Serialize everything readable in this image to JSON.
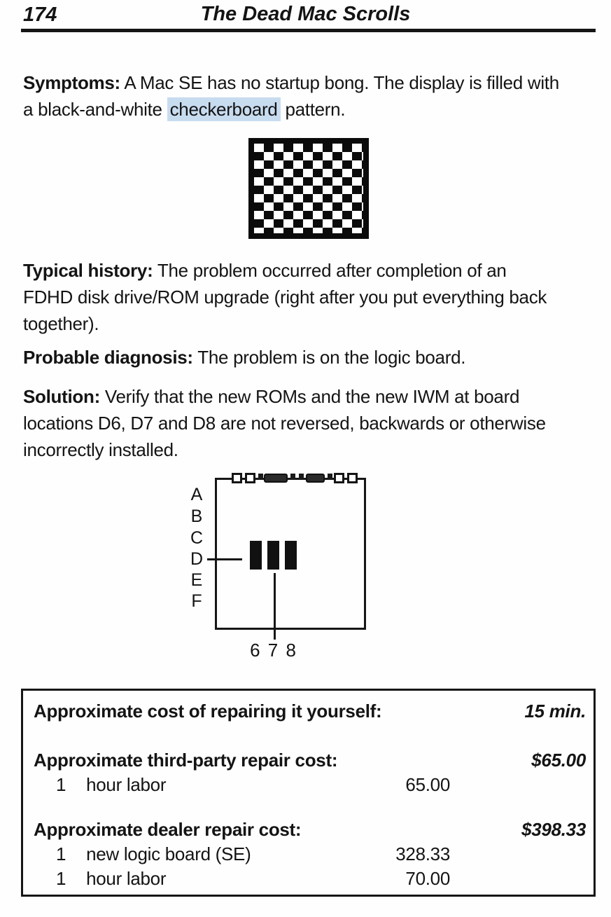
{
  "colors": {
    "ink": "#141414",
    "highlight": "#c8dcf0"
  },
  "header": {
    "page_number": "174",
    "title": "The Dead Mac Scrolls"
  },
  "symptoms": {
    "label": "Symptoms:",
    "line1_rest": " A Mac SE has no startup bong. The display is filled with",
    "line2_before": "a black-and-white ",
    "highlight_word": "checkerboard",
    "line2_after": " pattern."
  },
  "typical_history": {
    "label": "Typical history:",
    "line1_rest": " The problem occurred after completion of an",
    "line2": "FDHD disk drive/ROM upgrade (right after you put everything back",
    "line3": "together)."
  },
  "probable_diagnosis": {
    "label": "Probable diagnosis:",
    "rest": " The problem is on the logic board."
  },
  "solution": {
    "label": "Solution:",
    "line1_rest": " Verify that the new ROMs and the new IWM at board",
    "line2": "locations D6, D7 and D8 are not reversed, backwards or otherwise",
    "line3": "incorrectly installed."
  },
  "diagram": {
    "row_labels": [
      "A",
      "B",
      "C",
      "D",
      "E",
      "F"
    ],
    "bottom_label": "6 7 8"
  },
  "cost_table": {
    "self_repair": {
      "label": "Approximate cost of repairing it yourself:",
      "value": "15 min."
    },
    "third_party": {
      "label": "Approximate third-party repair cost:",
      "total": "$65.00",
      "items": [
        {
          "qty": "1",
          "desc": "hour labor",
          "amount": "65.00"
        }
      ]
    },
    "dealer": {
      "label": "Approximate dealer repair cost:",
      "total": "$398.33",
      "items": [
        {
          "qty": "1",
          "desc": "new logic board (SE)",
          "amount": "328.33"
        },
        {
          "qty": "1",
          "desc": "hour labor",
          "amount": "70.00"
        }
      ]
    }
  }
}
